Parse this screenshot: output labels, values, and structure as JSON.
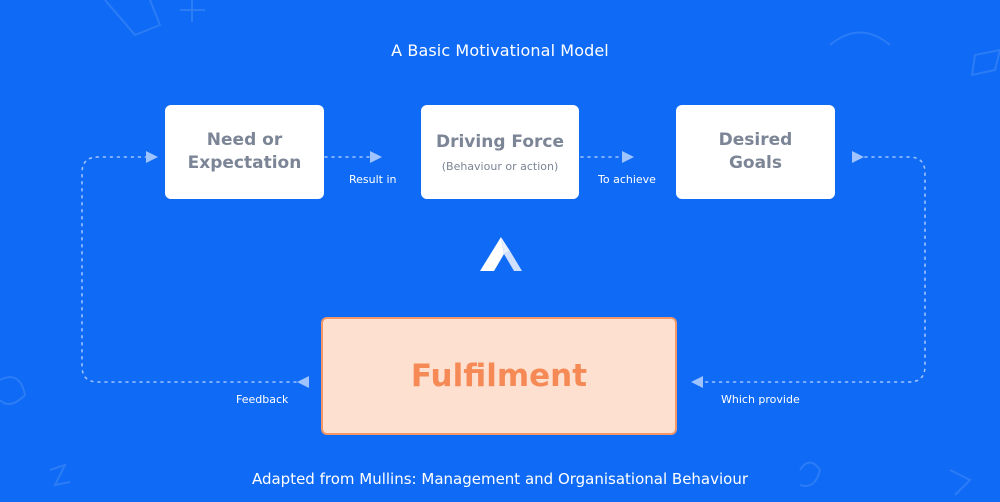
{
  "title": "A Basic Motivational Model",
  "boxes": {
    "need": {
      "label": "Need or\nExpectation"
    },
    "force": {
      "label": "Driving Force",
      "sublabel": "(Behaviour or action)"
    },
    "goals": {
      "label": "Desired\nGoals"
    }
  },
  "outcome": {
    "label": "Fulfilment"
  },
  "edges": {
    "result_in": "Result in",
    "to_achieve": "To achieve",
    "feedback": "Feedback",
    "which_provide": "Which provide"
  },
  "caption": "Adapted from Mullins: Management and Organisational Behaviour",
  "colors": {
    "background": "#0f6af5",
    "box": "#ffffff",
    "box_text": "#7c8596",
    "outcome_fill": "#fde0cf",
    "outcome_border": "#f39769",
    "outcome_text": "#f68a57",
    "connector": "#9ec3ff"
  },
  "icons": {
    "logo": "a-logo-icon"
  }
}
